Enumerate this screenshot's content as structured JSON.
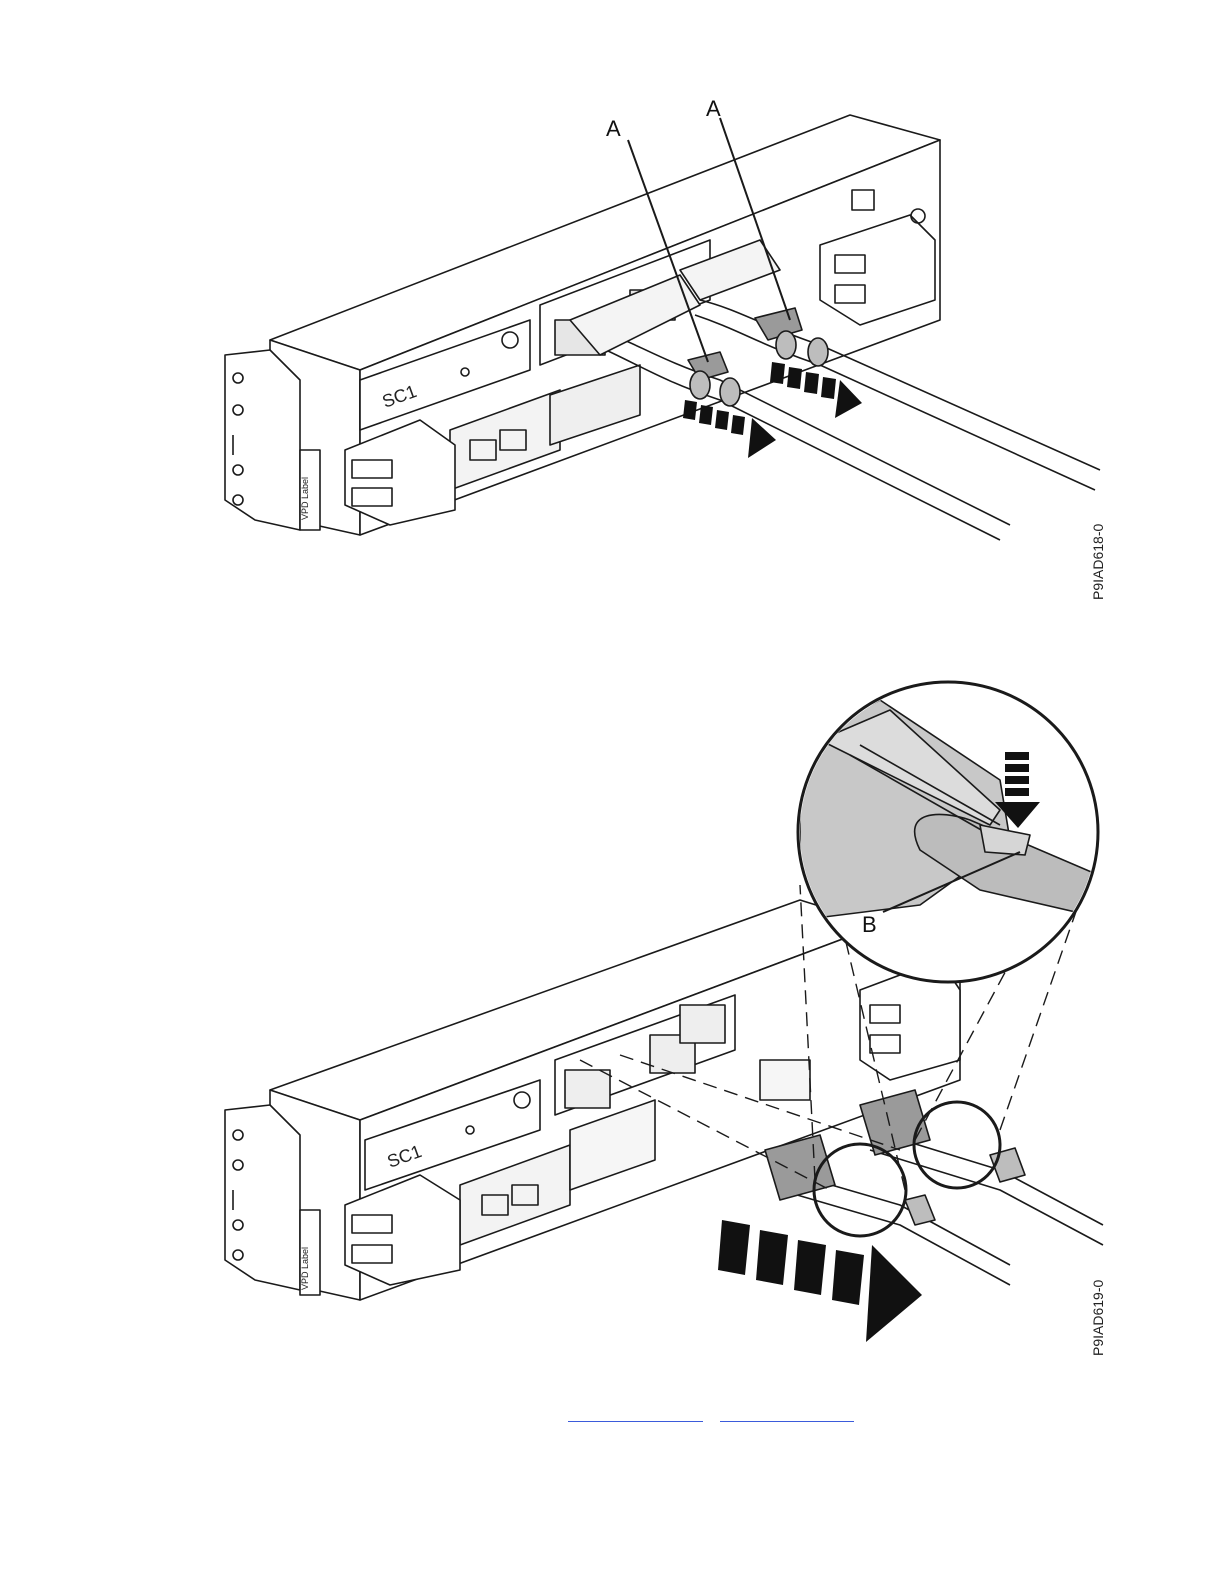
{
  "figure1": {
    "id_label": "P9IAD618-0",
    "callout_a_left": "A",
    "callout_a_right": "A",
    "panel_label": "SC1",
    "vpd_label": "VPD Label"
  },
  "figure2": {
    "id_label": "P9IAD619-0",
    "callout_b": "B",
    "panel_label": "SC1",
    "vpd_label": "VPD Label"
  },
  "nav": {
    "prev_link": "",
    "next_link": ""
  },
  "colors": {
    "line": "#1a1a1a",
    "cable_fill": "#e9e9e9",
    "connector_gray": "#9a9a9a",
    "link_blue": "#3b5bdb"
  }
}
